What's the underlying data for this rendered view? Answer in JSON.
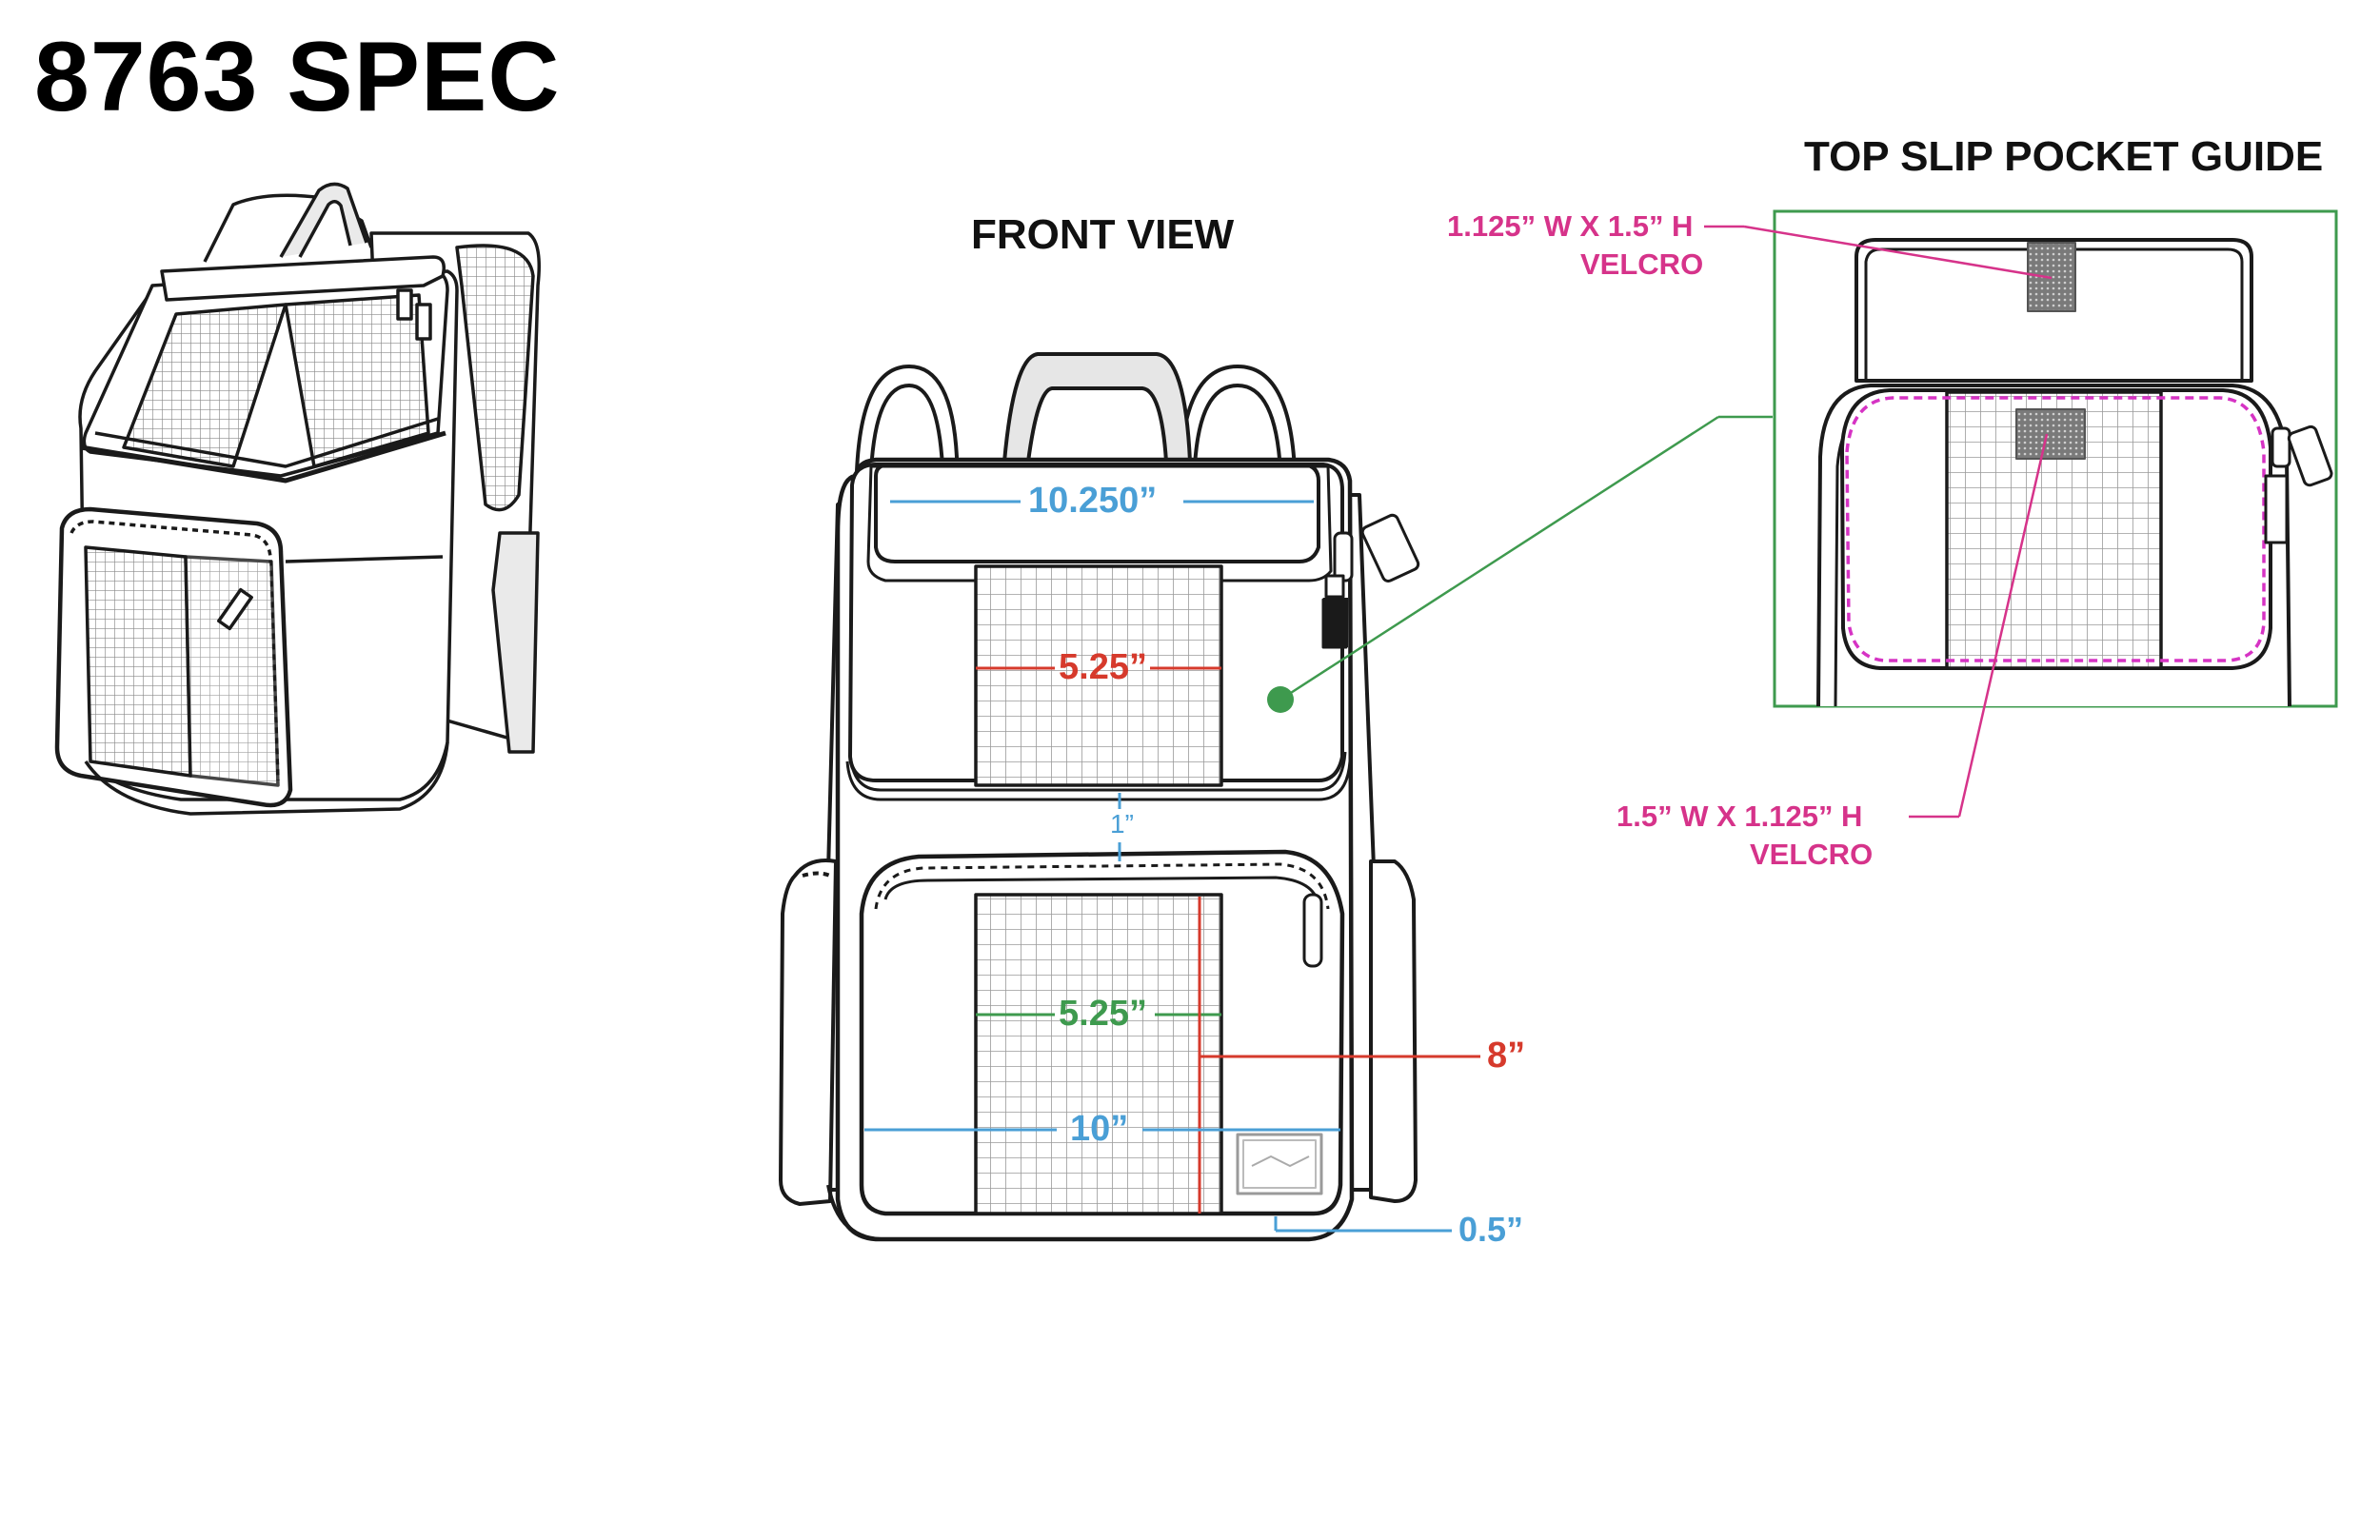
{
  "title": "8763 SPEC",
  "front_view": {
    "label": "FRONT VIEW",
    "dimensions": {
      "top_pocket_width": "10.250”",
      "top_mesh_width": "5.25”",
      "gap": "1”",
      "front_mesh_width": "5.25”",
      "front_pocket_height": "8”",
      "front_pocket_width": "10”",
      "bottom_offset": "0.5”"
    }
  },
  "pocket_guide": {
    "label": "TOP SLIP POCKET GUIDE",
    "velcro_top_size": "1.125” W X 1.5” H",
    "velcro_top_label": "VELCRO",
    "velcro_bottom_size": "1.5” W X 1.125” H",
    "velcro_bottom_label": "VELCRO"
  },
  "colors": {
    "blue": "#4a9fd6",
    "red": "#d63a2c",
    "green": "#3e9a4e",
    "magenta": "#d6338a",
    "outline": "#1a1a1a"
  }
}
